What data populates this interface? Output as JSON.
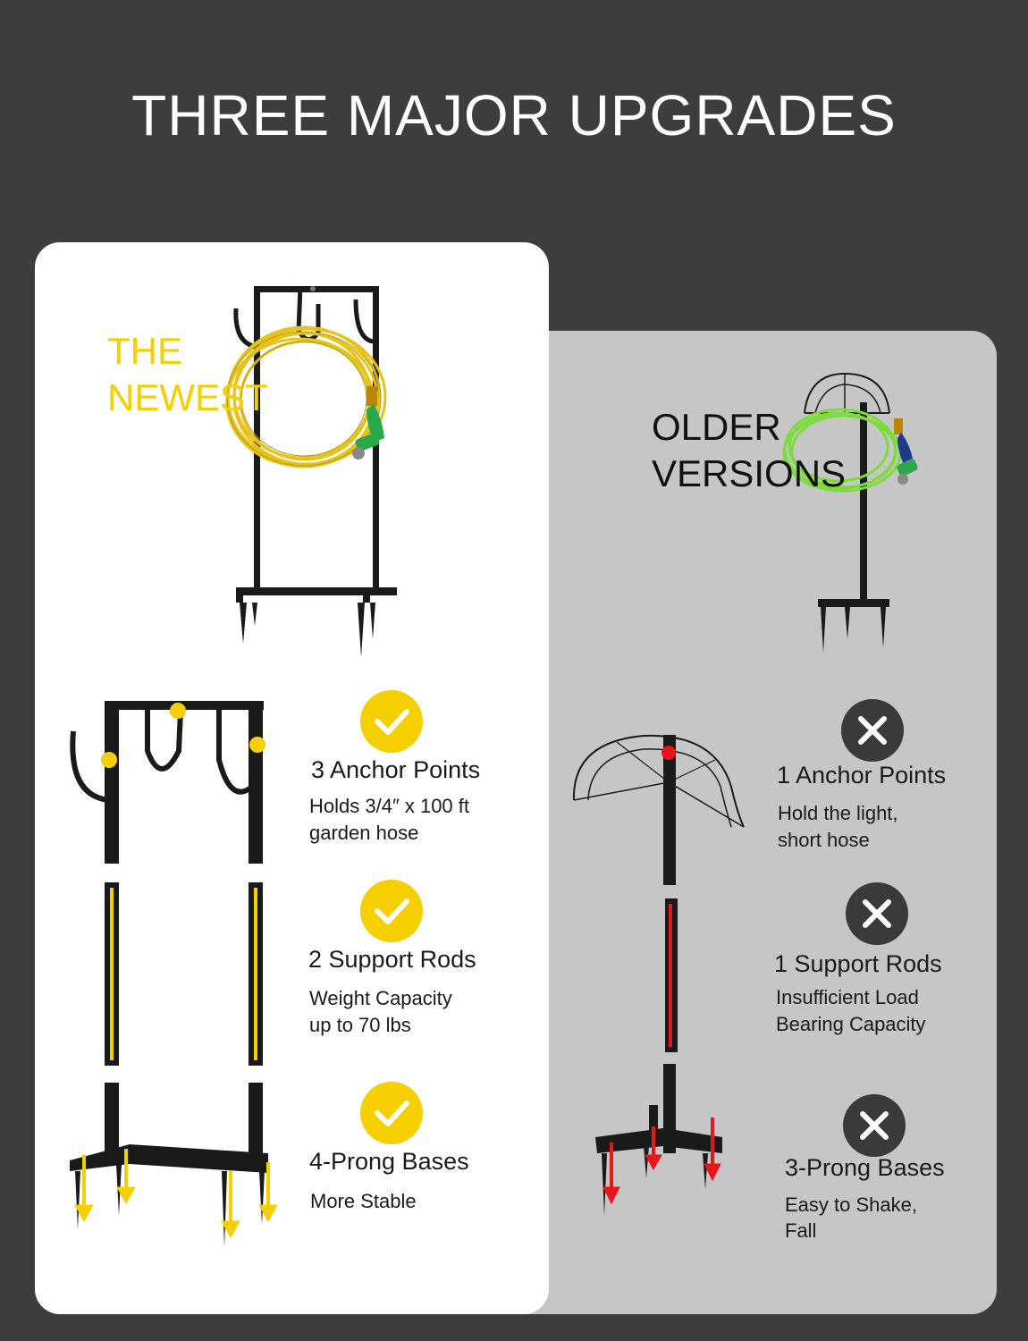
{
  "header": {
    "title": "THREE MAJOR UPGRADES"
  },
  "newest": {
    "tag_line1": "THE",
    "tag_line2": "NEWEST",
    "features": [
      {
        "title": "3 Anchor Points",
        "desc_line1": "Holds 3/4″ x 100 ft",
        "desc_line2": "garden hose"
      },
      {
        "title": "2 Support Rods",
        "desc_line1": "Weight Capacity",
        "desc_line2": "up to 70 lbs"
      },
      {
        "title": "4-Prong Bases",
        "desc_line1": "More Stable",
        "desc_line2": ""
      }
    ]
  },
  "older": {
    "tag_line1": "OLDER",
    "tag_line2": "VERSIONS",
    "features": [
      {
        "title": "1 Anchor Points",
        "desc_line1": "Hold the light,",
        "desc_line2": "short hose"
      },
      {
        "title": "1 Support Rods",
        "desc_line1": "Insufficient Load",
        "desc_line2": "Bearing Capacity"
      },
      {
        "title": "3-Prong Bases",
        "desc_line1": "Easy to Shake,",
        "desc_line2": "Fall"
      }
    ]
  },
  "colors": {
    "background": "#3d3d3d",
    "new_panel": "#ffffff",
    "old_panel": "#c6c6c6",
    "accent_yellow": "#f5cf00",
    "accent_red": "#e8151b",
    "badge_dark": "#3a3a3a",
    "hose_yellow": "#e6c21a",
    "hose_green": "#7bdc3a"
  },
  "icons": {
    "check": "check-icon",
    "cross": "x-icon"
  }
}
